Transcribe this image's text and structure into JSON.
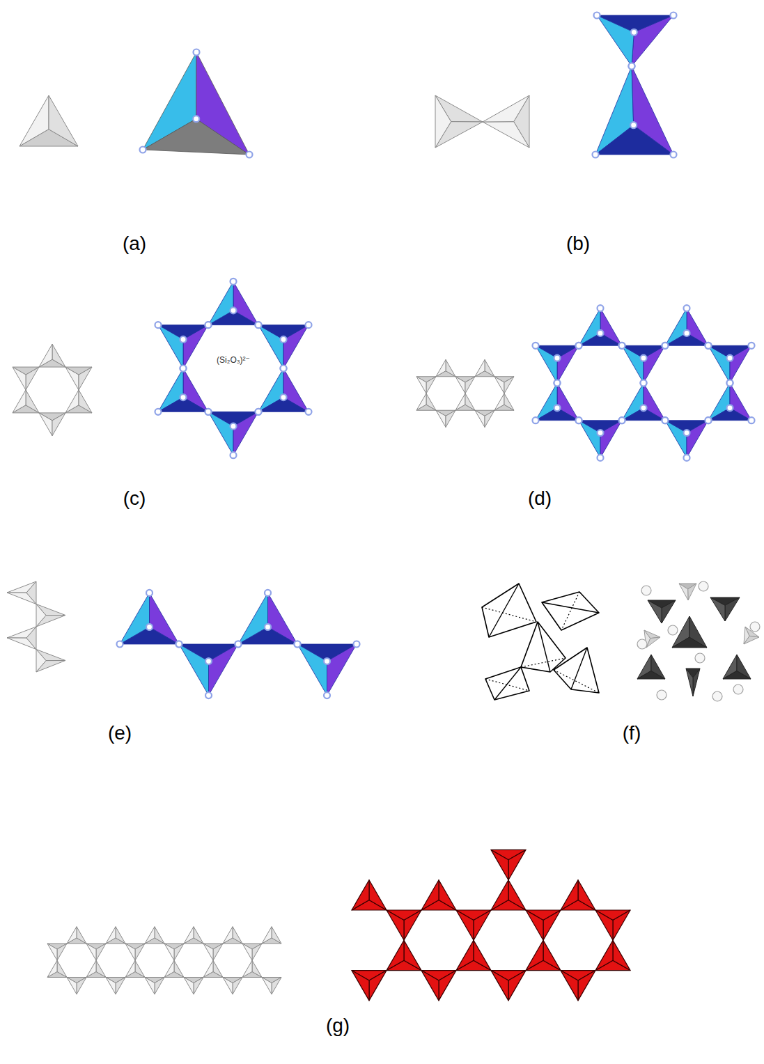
{
  "diagram": {
    "labels": [
      "(a)",
      "(b)",
      "(Si₂O₃)²⁻",
      "(c)",
      "(d)",
      "(e)",
      "(f)",
      "(g)"
    ]
  }
}
